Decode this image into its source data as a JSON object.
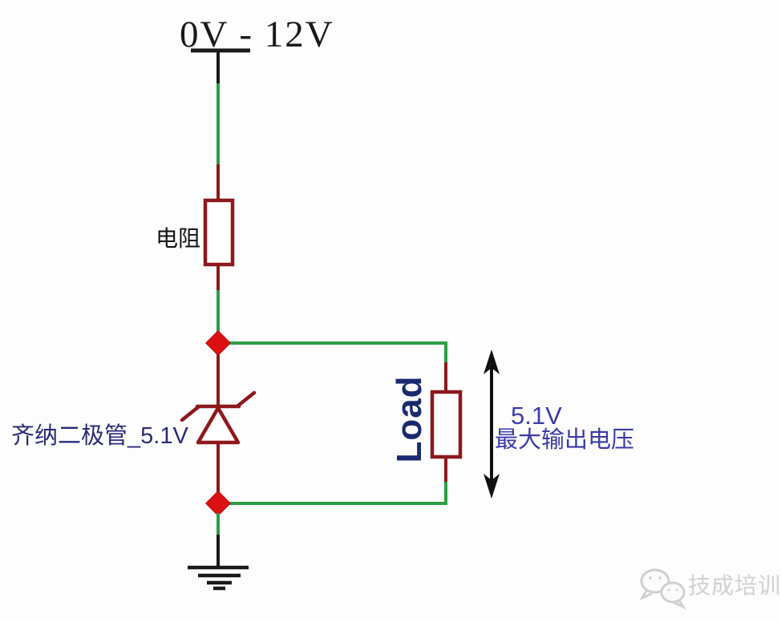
{
  "diagram": {
    "title": "0V - 12V",
    "labels": {
      "resistor": "电阻",
      "zener": "齐纳二极管_5.1V",
      "load": "Load",
      "output_voltage_value": "5.1V",
      "output_voltage_caption": "最大输出电压"
    },
    "watermark": {
      "text": "技成培训",
      "icon": "wechat-icon"
    },
    "colors": {
      "background": "#fdfdfd",
      "wire_green": "#2e9e44",
      "component_dark_red": "#8e181c",
      "junction_dot_red": "#dd1111",
      "wire_black": "#1a1a1a",
      "zener_label_navy": "#2b2b78",
      "load_label_navy": "#1a2a70",
      "annotation_blue": "#3c3ca8",
      "watermark_gray": "#d2d2d2"
    }
  }
}
